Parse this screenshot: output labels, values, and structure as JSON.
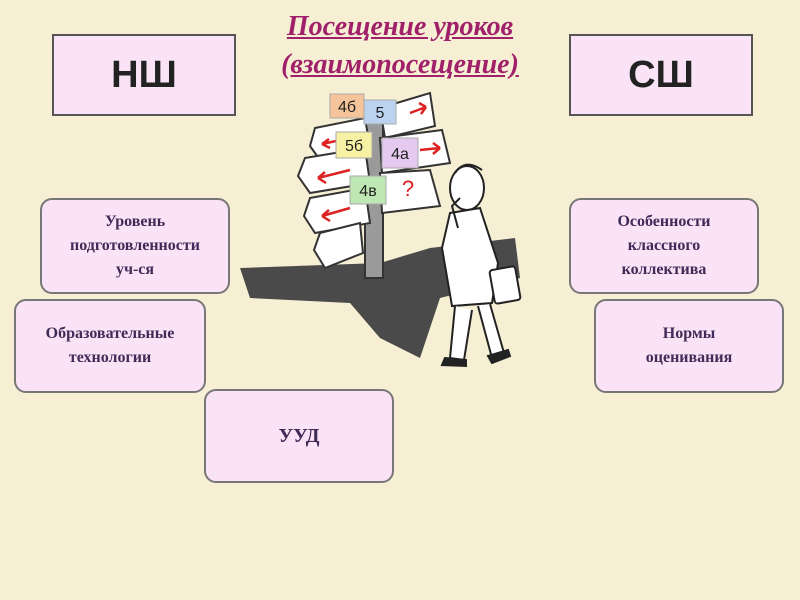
{
  "title": {
    "line1": "Посещение уроков",
    "line2": "(взаимопосещение)"
  },
  "boxes": {
    "left_top": "НШ",
    "right_top": "СШ"
  },
  "nodes": {
    "level": "Уровень\nподготовленности\nуч-ся",
    "tech": "Образовательные\nтехнологии",
    "uud": "УУД",
    "features": "Особенности\nклассного\nколлектива",
    "norms": "Нормы\nоценивания"
  },
  "signs": {
    "s1": "4б",
    "s2": "5",
    "s3": "5б",
    "s4": "4а",
    "s5": "4в",
    "q": "?"
  },
  "colors": {
    "title": "#a0206a",
    "box_fill": "#fae3f6",
    "node_text": "#3f2b57",
    "background": "#f6efd3"
  }
}
